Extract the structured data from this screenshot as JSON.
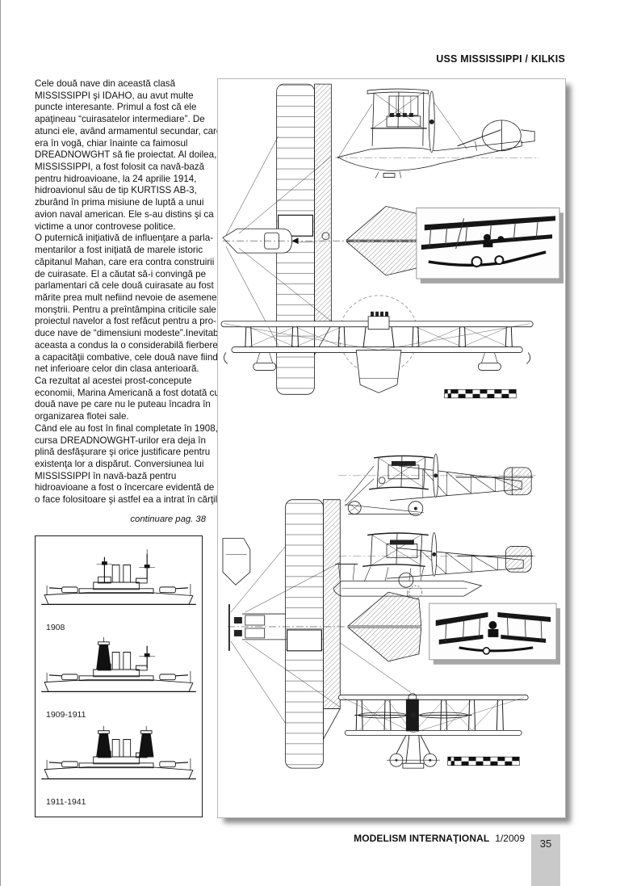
{
  "header": {
    "title": "USS MISSISSIPPI / KILKIS"
  },
  "article": {
    "lines": [
      "Cele două nave din această clasă",
      "MISSISSIPPI şi IDAHO, au avut multe",
      "puncte interesante. Primul a fost că ele",
      "apaţineau “cuirasatelor intermediare”. De",
      "atunci ele, având armamentul secundar, care",
      "era în vogă, chiar înainte ca faimosul",
      "DREADNOWGHT să fie proiectat. Al doilea,",
      "MISSISSIPPI, a fost folosit ca navă-bază",
      "pentru hidroavioane, la 24 aprilie 1914,",
      "hidroavionul său de tip KURTISS AB-3,",
      "zburând în prima misiune de luptă a unui",
      "avion naval american. Ele s-au distins şi ca",
      "victime a unor controvese politice.",
      "O puternică iniţiativă de influenţare a parla-",
      "mentarilor a fost iniţiată de marele istoric",
      "căpitanul Mahan, care era contra construirii",
      "de cuirasate. El a căutat să-i convingă pe",
      "parlamentari că cele două cuirasate au fost",
      "mărite prea mult nefiind nevoie de asemenea",
      "monştrii. Pentru a preîntâmpina criticile sale,",
      "proiectul navelor a fost refăcut pentru a pro-",
      "duce nave de “dimensiuni modeste”.Inevitabil",
      "aceasta a condus la o considerabilă fierbere",
      "a capacităţii combative, cele două nave fiind",
      "net inferioare celor din clasa anterioară.",
      "Ca rezultat al acestei prost-concepute",
      "economii, Marina Americană a fost dotată cu",
      "două nave pe care nu le puteau încadra în",
      "organizarea flotei sale.",
      "Când ele au fost în final completate în 1908,",
      "cursa DREADNOWGHT-urilor era deja în",
      "plină desfăşurare şi orice justificare pentru",
      "existenţa lor a dispărut. Conversiunea lui",
      "MISSISSIPPI în navă-bază pentru",
      "hidroavioane a fost o încercare evidentă de a",
      "o face folositoare şi astfel ea a intrat în cărţile"
    ],
    "continuation": "continuare pag. 38"
  },
  "ship_box": {
    "items": [
      {
        "label": "1908"
      },
      {
        "label": "1909-1911"
      },
      {
        "label": "1911-1941"
      }
    ]
  },
  "footer": {
    "magazine": "MODELISM INTERNAŢIONAL",
    "issue": "1/2009",
    "page_number": "35"
  },
  "colors": {
    "page_tab_gray": "#c9c9c9",
    "ink": "#1c1c1c"
  }
}
